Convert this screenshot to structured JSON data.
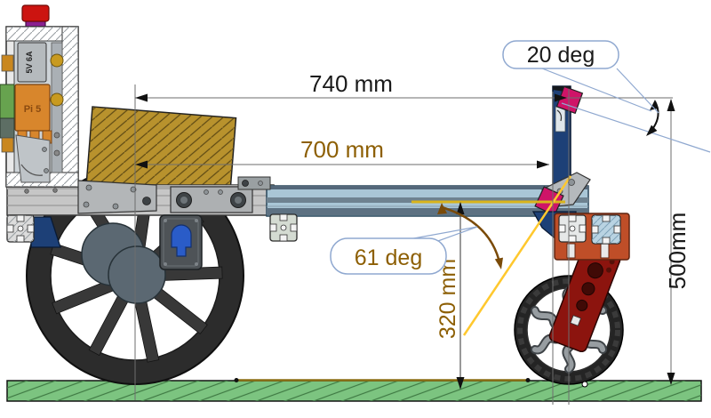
{
  "annotations": {
    "dim_740": "740 mm",
    "dim_700": "700 mm",
    "dim_500": "500mm",
    "dim_320": "320 mm",
    "angle_20": "20 deg",
    "angle_61": "61 deg"
  },
  "component_labels": {
    "psu": "5V 6A",
    "sbc": "Pi 5"
  },
  "colors": {
    "dim_primary": "#1a1a1a",
    "dim_secondary": "#8d5f04",
    "callout_border": "#8fa8d0",
    "highlight_yellow": "#ffc425",
    "beam_blue": "#a9c6d6",
    "ground_green": "#7cc480",
    "crate_tan": "#b8922d",
    "fork_red": "#8c140e",
    "mount_orange": "#bf4e28",
    "mast_blue": "#1d4077",
    "marker_magenta": "#cf1468"
  }
}
